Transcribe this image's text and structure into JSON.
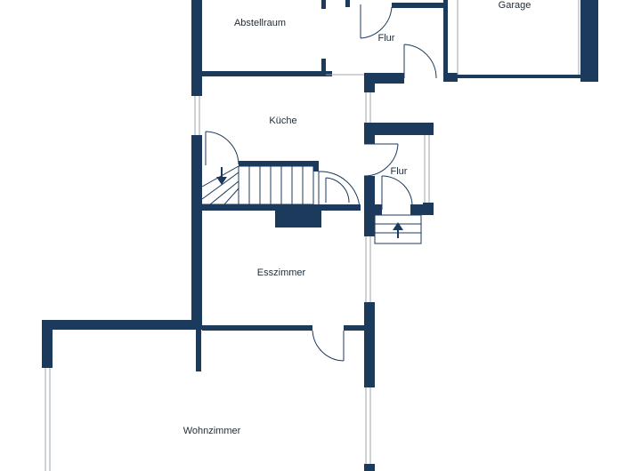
{
  "rooms": {
    "abstellraum": "Abstellraum",
    "flur_top": "Flur",
    "garage": "Garage",
    "kueche": "Küche",
    "flur_mid": "Flur",
    "esszimmer": "Esszimmer",
    "wohnzimmer": "Wohnzimmer"
  },
  "colors": {
    "wall": "#1b3a5c",
    "window": "#9aa4ad",
    "label": "#1f2b38",
    "background": "#ffffff"
  },
  "icons": {
    "stair_arrow_down": "arrow-down-icon",
    "stair_arrow_up": "arrow-up-icon"
  }
}
